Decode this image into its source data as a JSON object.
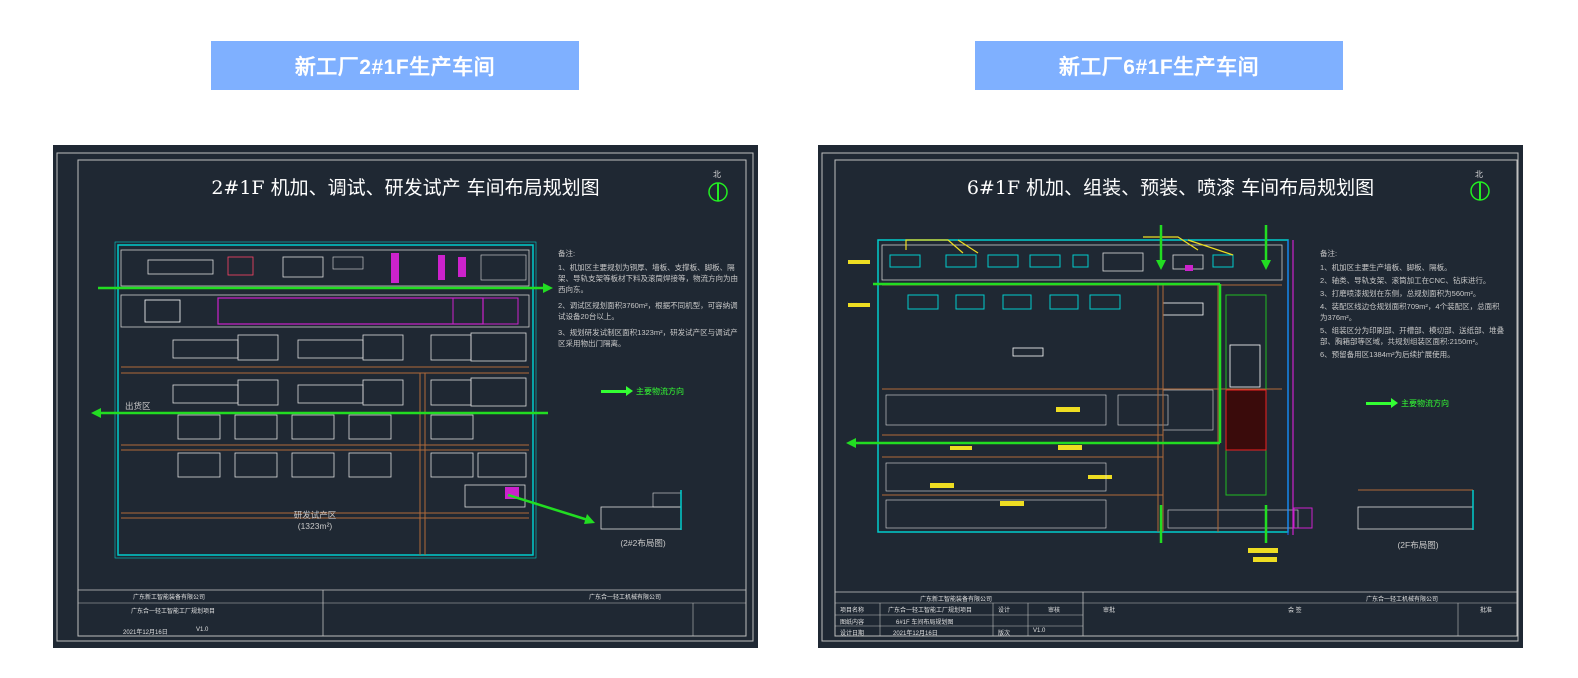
{
  "banners": {
    "left": "新工厂2#1F生产车间",
    "right": "新工厂6#1F生产车间"
  },
  "left_drawing": {
    "title": "2#1F 机加、调试、研发试产 车间布局规划图",
    "north": "北",
    "notes_title": "备注:",
    "notes": [
      "1、机加区主要规划为铜厚、墙板、支撑板、脚板、隔架、导轨支架等板材下料及滚筒焊接等，物流方向为由西向东。",
      "2、调试区规划面积3760m²，根据不同机型，可容纳调试设备20台以上。",
      "3、规划研发试制区面积1323m²，研发试产区与调试产区采用物出门隔离。"
    ],
    "legend": "主要物流方向",
    "zone_out": "出货区",
    "zone_rd": "研发试产区",
    "zone_rd_area": "(1323m²)",
    "inset_caption": "(2#2布局图)",
    "company_1": "广东新工智能装备有限公司",
    "company_2": "广东合一轻工机械有限公司",
    "project": "广东合一轻工智能工厂规划项目",
    "date": "2021年12月16日",
    "version": "V1.0"
  },
  "right_drawing": {
    "title": "6#1F 机加、组装、预装、喷漆 车间布局规划图",
    "north": "北",
    "notes_title": "备注:",
    "notes": [
      "1、机加区主要生产墙板、脚板、隔板。",
      "2、轴类、导轨支架、滚筒加工在CNC、钻床进行。",
      "3、打磨喷漆规划在东侧，总规划面积为560m²。",
      "4、装配区线边仓规划面积709m²，4个装配区，总面积为376m²。",
      "5、组装区分为印刷部、开槽部、模切部、送纸部、堆叠部、胸箱部等区域，共规划组装区面积:2150m²。",
      "6、预留备用区1384m²为后续扩展使用。"
    ],
    "legend": "主要物流方向",
    "inset_caption": "(2F布局图)",
    "company_1": "广东新工智能装备有限公司",
    "company_2": "广东合一轻工机械有限公司",
    "tb_project_label": "项目名称",
    "tb_project": "广东合一轻工智能工厂规划项目",
    "tb_content_label": "图纸内容",
    "tb_content": "6#1F 车间布局规划图",
    "tb_date_label": "设计日期",
    "tb_date": "2021年12月16日",
    "tb_version_label": "版次",
    "version": "V1.0",
    "tb_design": "设计",
    "tb_review": "审核",
    "tb_approve": "审批",
    "tb_countersign": "会 签",
    "tb_drawing_no": "批准"
  },
  "colors": {
    "banner": "#7fb0ff",
    "panel_bg": "#1f2833",
    "flow_arrow": "#22dd22",
    "wall": "#00cccc",
    "aisle": "#b06a3a"
  }
}
